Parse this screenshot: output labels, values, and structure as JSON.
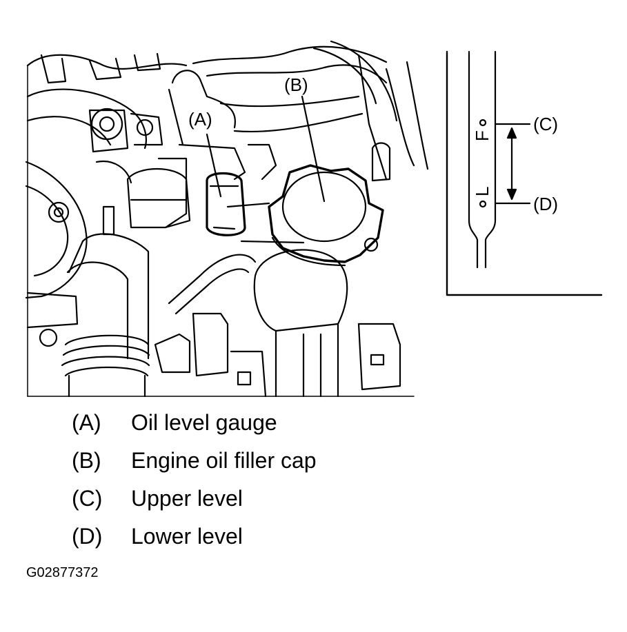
{
  "callouts": {
    "a": "(A)",
    "b": "(B)",
    "c": "(C)",
    "d": "(D)"
  },
  "gauge_marks": {
    "upper": "F",
    "lower": "L"
  },
  "legend": [
    {
      "key": "(A)",
      "text": "Oil level gauge"
    },
    {
      "key": "(B)",
      "text": "Engine oil filler cap"
    },
    {
      "key": "(C)",
      "text": "Upper level"
    },
    {
      "key": "(D)",
      "text": "Lower level"
    }
  ],
  "figure_code": "G02877372"
}
